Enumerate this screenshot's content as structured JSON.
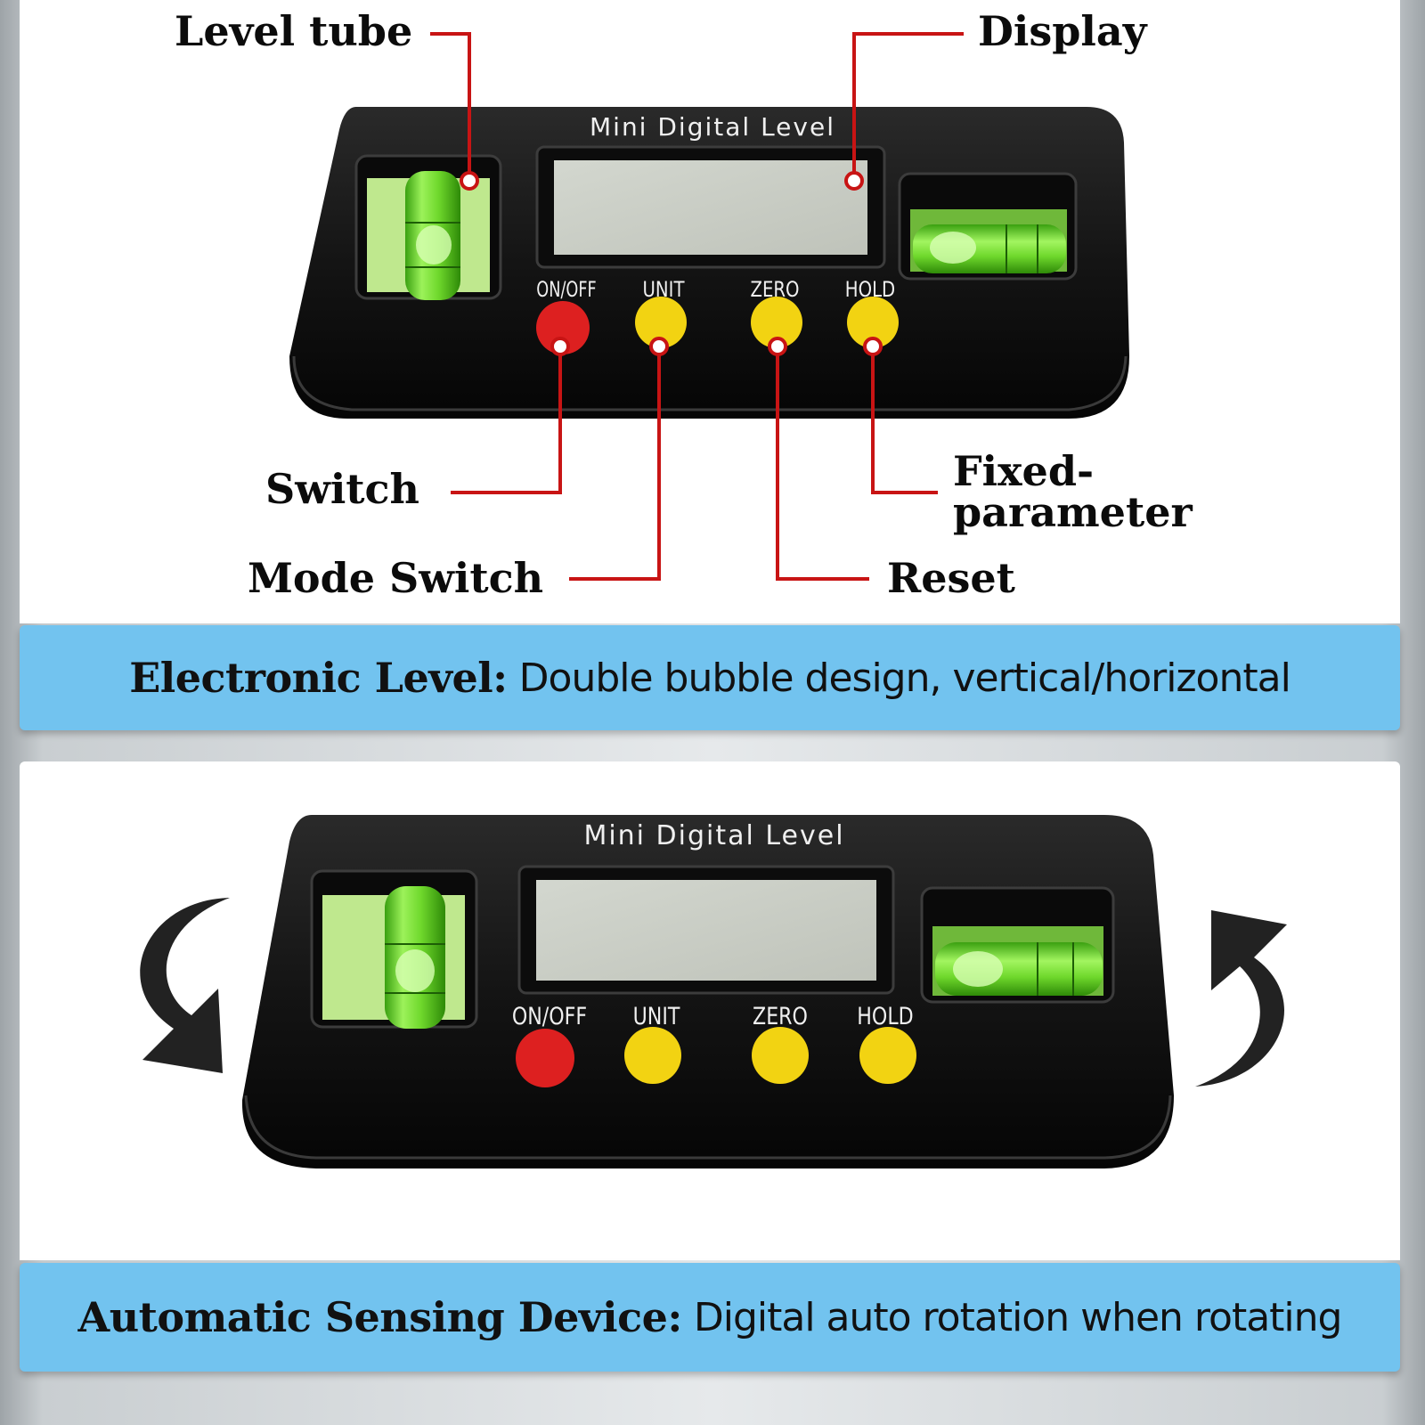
{
  "device_top": {
    "title": "Mini Digital Level",
    "buttons": [
      "ON/OFF",
      "UNIT",
      "ZERO",
      "HOLD"
    ]
  },
  "device_bottom": {
    "title": "Mini Digital Level",
    "buttons": [
      "ON/OFF",
      "UNIT",
      "ZERO",
      "HOLD"
    ]
  },
  "callouts": {
    "level_tube": "Level tube",
    "display": "Display",
    "switch": "Switch",
    "mode_switch": "Mode Switch",
    "fixed_parameter_line1": "Fixed-",
    "fixed_parameter_line2": "parameter",
    "reset": "Reset"
  },
  "banner_top": {
    "lead": "Electronic Level:",
    "text": " Double bubble design, vertical/horizontal"
  },
  "banner_bottom": {
    "lead": "Automatic Sensing Device:",
    "text": " Digital auto rotation when rotating"
  },
  "colors": {
    "device_body": "#141414",
    "lcd": "#c9cdc4",
    "bubble": "#7be03a",
    "power_button": "#dd2020",
    "function_button": "#f2d312",
    "leader_line": "#c81414",
    "banner": "#72c3ef",
    "arrow": "#222222"
  },
  "icons": [
    "rotate-counterclockwise-arrow-icon",
    "rotate-clockwise-arrow-icon"
  ]
}
